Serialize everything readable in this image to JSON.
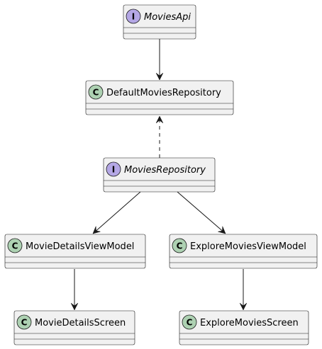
{
  "diagram": {
    "nodes": [
      {
        "id": "movies-api",
        "kind": "interface",
        "badge": "I",
        "label": "MoviesApi"
      },
      {
        "id": "default-movies-repository",
        "kind": "class",
        "badge": "C",
        "label": "DefaultMoviesRepository"
      },
      {
        "id": "movies-repository",
        "kind": "interface",
        "badge": "I",
        "label": "MoviesRepository"
      },
      {
        "id": "movie-details-view-model",
        "kind": "class",
        "badge": "C",
        "label": "MovieDetailsViewModel"
      },
      {
        "id": "explore-movies-view-model",
        "kind": "class",
        "badge": "C",
        "label": "ExploreMoviesViewModel"
      },
      {
        "id": "movie-details-screen",
        "kind": "class",
        "badge": "C",
        "label": "MovieDetailsScreen"
      },
      {
        "id": "explore-movies-screen",
        "kind": "class",
        "badge": "C",
        "label": "ExploreMoviesScreen"
      }
    ],
    "edges": [
      {
        "from": "movies-api",
        "to": "default-movies-repository",
        "style": "solid"
      },
      {
        "from": "movies-repository",
        "to": "default-movies-repository",
        "style": "dashed"
      },
      {
        "from": "movies-repository",
        "to": "movie-details-view-model",
        "style": "solid"
      },
      {
        "from": "movies-repository",
        "to": "explore-movies-view-model",
        "style": "solid"
      },
      {
        "from": "movie-details-view-model",
        "to": "movie-details-screen",
        "style": "solid"
      },
      {
        "from": "explore-movies-view-model",
        "to": "explore-movies-screen",
        "style": "solid"
      }
    ]
  }
}
